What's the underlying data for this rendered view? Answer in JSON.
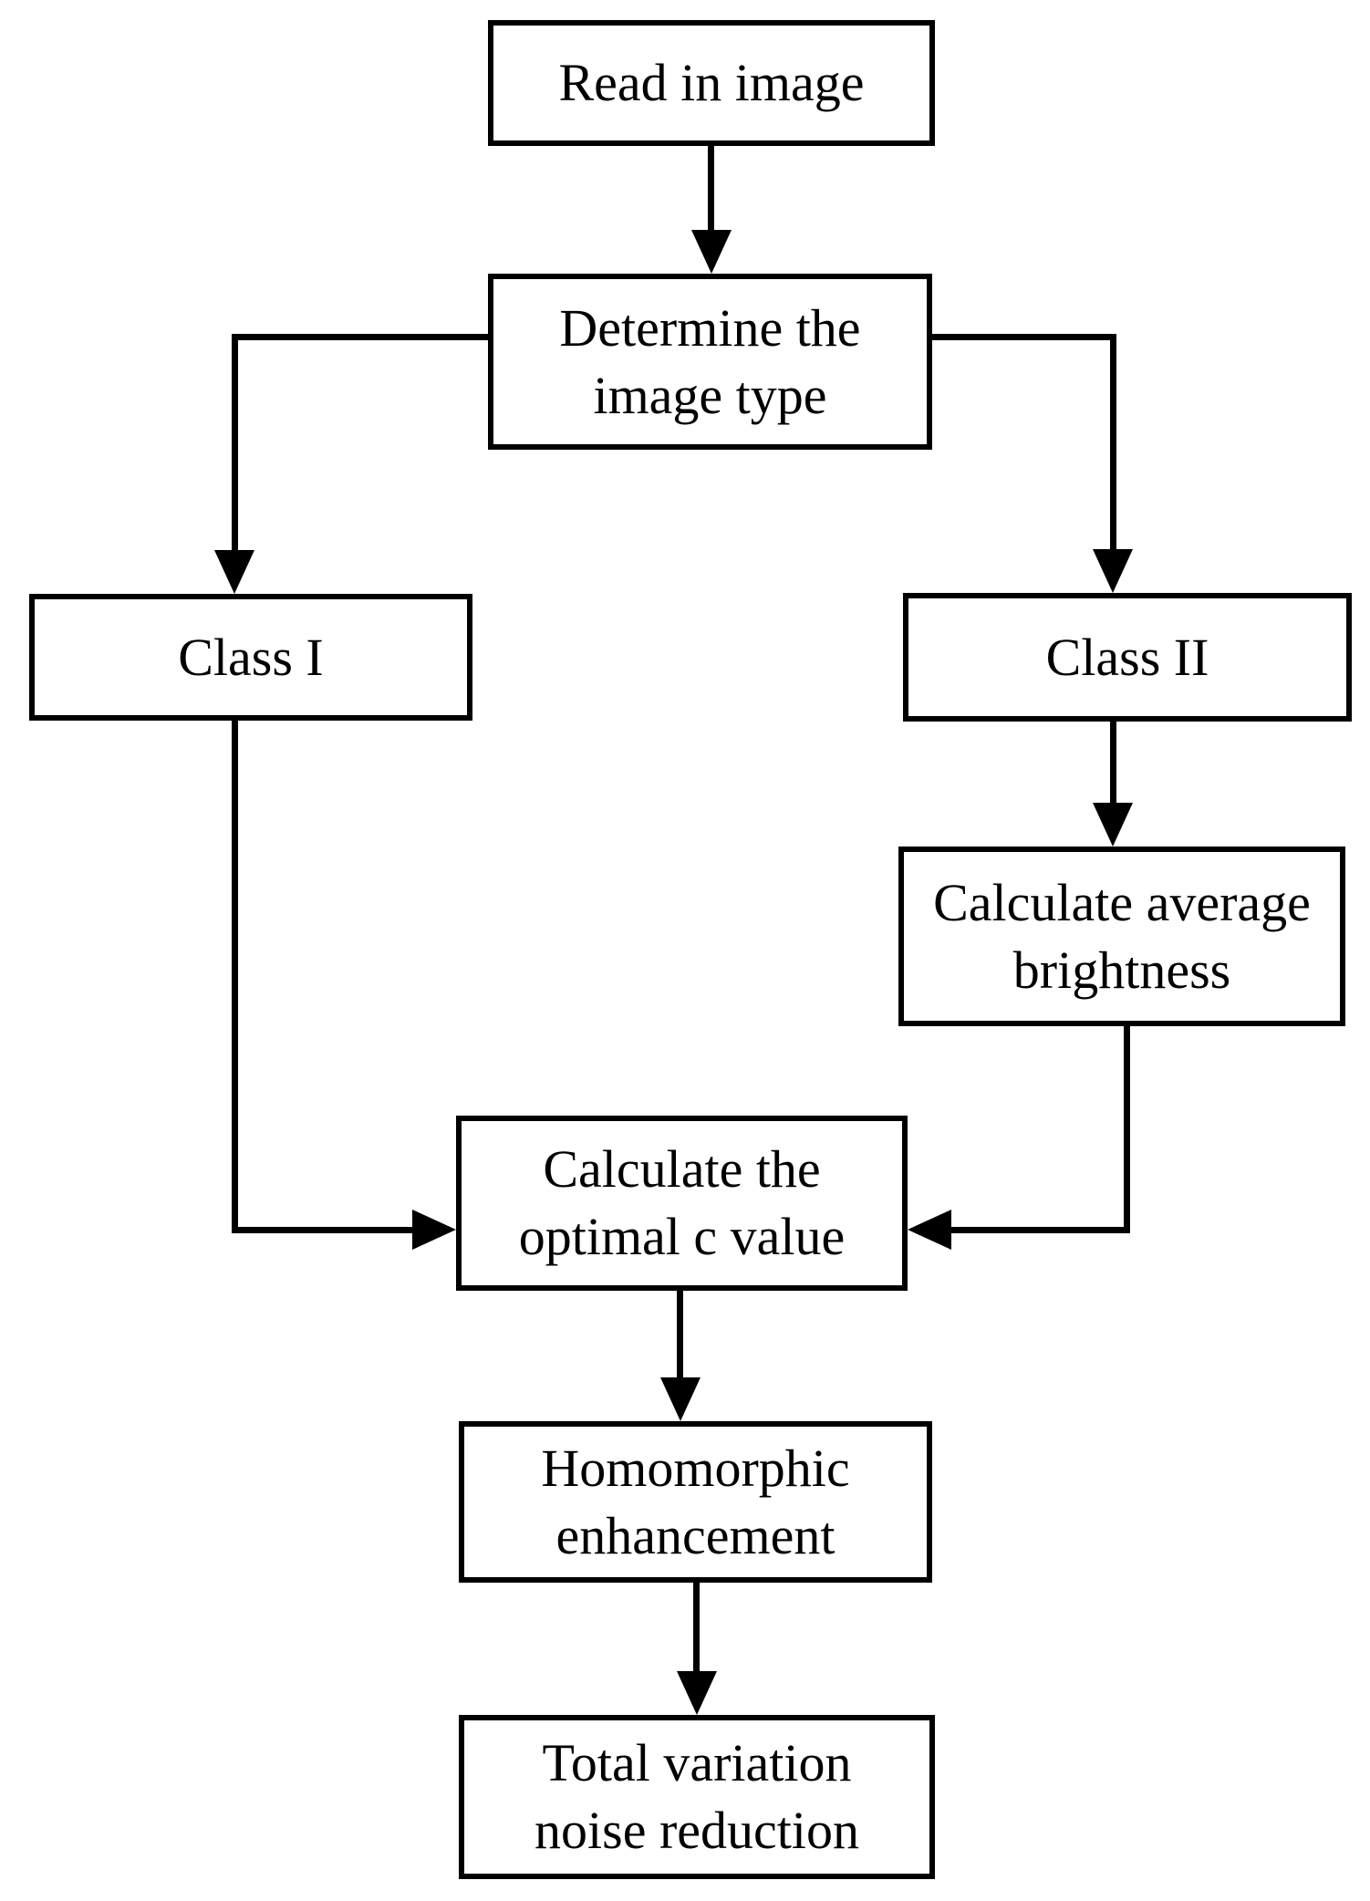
{
  "diagram": {
    "type": "flowchart",
    "colors": {
      "line": "#000000",
      "text": "#000000",
      "background": "#ffffff"
    },
    "nodes": {
      "read": {
        "label": "Read in image"
      },
      "determine": {
        "line1": "Determine the",
        "line2": "image type"
      },
      "class1": {
        "label": "Class I"
      },
      "class2": {
        "label": "Class II"
      },
      "brightness": {
        "line1": "Calculate average",
        "line2": "brightness"
      },
      "optimal": {
        "line1": "Calculate the",
        "line2": "optimal c value"
      },
      "homomorphic": {
        "line1": "Homomorphic",
        "line2": "enhancement"
      },
      "total": {
        "line1": "Total variation",
        "line2": "noise reduction"
      }
    },
    "edges": [
      {
        "from": "read",
        "to": "determine"
      },
      {
        "from": "determine",
        "to": "class1"
      },
      {
        "from": "determine",
        "to": "class2"
      },
      {
        "from": "class2",
        "to": "brightness"
      },
      {
        "from": "class1",
        "to": "optimal"
      },
      {
        "from": "brightness",
        "to": "optimal"
      },
      {
        "from": "optimal",
        "to": "homomorphic"
      },
      {
        "from": "homomorphic",
        "to": "total"
      }
    ]
  }
}
